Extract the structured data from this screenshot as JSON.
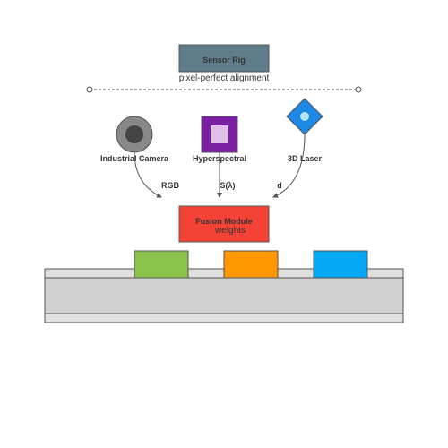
{
  "header": {
    "title": "Sensor Rig",
    "subtitle": "pixel-perfect alignment"
  },
  "sensors": {
    "camera": {
      "label": "Industrial Camera",
      "signal": "RGB",
      "color": "#888888"
    },
    "hyperspectral": {
      "label": "Hyperspectral",
      "signal": "S(λ)",
      "color": "#7B1FA2"
    },
    "laser": {
      "label": "3D Laser",
      "signal": "d",
      "color": "#1E88E5"
    }
  },
  "fusion": {
    "title": "Fusion Module",
    "subtitle": "weights",
    "color": "#F44336"
  },
  "conveyor": {
    "item_colors": [
      "#8BC34A",
      "#FF9800",
      "#03A9F4"
    ]
  },
  "colors": {
    "rig": "#607D8B"
  }
}
